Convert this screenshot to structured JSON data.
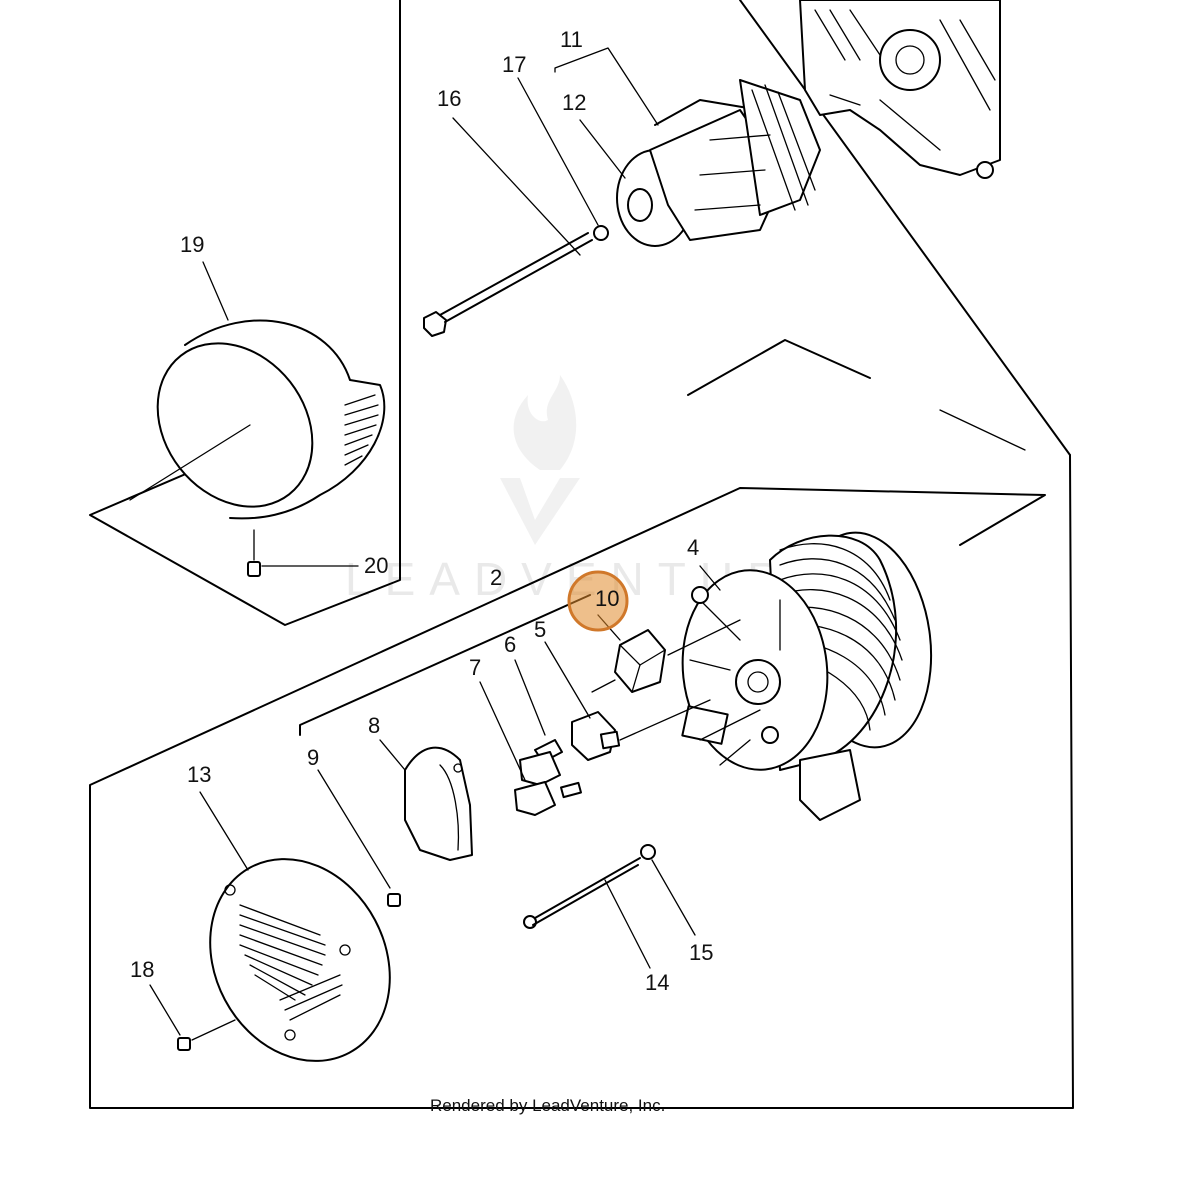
{
  "callouts": [
    {
      "number": "2"
    },
    {
      "number": "4"
    },
    {
      "number": "5"
    },
    {
      "number": "6"
    },
    {
      "number": "7"
    },
    {
      "number": "8"
    },
    {
      "number": "9"
    },
    {
      "number": "10"
    },
    {
      "number": "11"
    },
    {
      "number": "12"
    },
    {
      "number": "13"
    },
    {
      "number": "14"
    },
    {
      "number": "15"
    },
    {
      "number": "16"
    },
    {
      "number": "17"
    },
    {
      "number": "18"
    },
    {
      "number": "19"
    },
    {
      "number": "20"
    }
  ],
  "highlight": {
    "number": "10",
    "color": "#e08a2c"
  },
  "footer": {
    "credit": "Rendered by LeadVenture, Inc."
  },
  "watermark": {
    "text": "LEADVENTURE",
    "logo": "flame-v-logo"
  }
}
